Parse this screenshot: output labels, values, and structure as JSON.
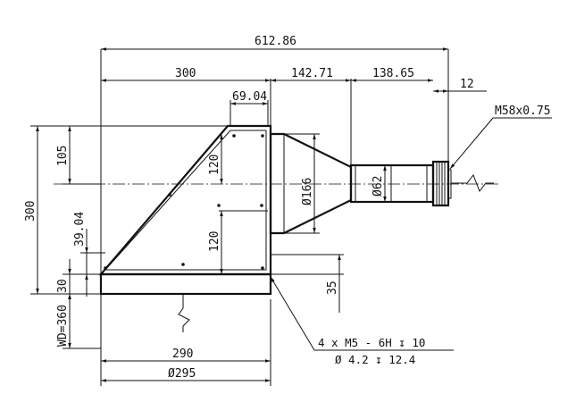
{
  "dimensions": {
    "overall_length": "612.86",
    "prism_width": "300",
    "cone_length": "142.71",
    "barrel_length": "138.65",
    "flange": "12",
    "thread": "M58x0.75",
    "top_offset": "105",
    "total_height": "300",
    "upper_half": "120",
    "lower_half": "120",
    "cone_diameter": "Ø166",
    "barrel_diameter": "Ø62",
    "window_offset": "69.04",
    "side_offset": "39.04",
    "base_thickness": "30",
    "base_right": "35",
    "working_distance": "WD=360",
    "field_width": "290",
    "field_diameter": "Ø295"
  },
  "notes": {
    "hole_spec_line1": "4 x  M5 - 6H ↧ 10",
    "hole_spec_line2": "Ø  4.2 ↧ 12.4"
  }
}
